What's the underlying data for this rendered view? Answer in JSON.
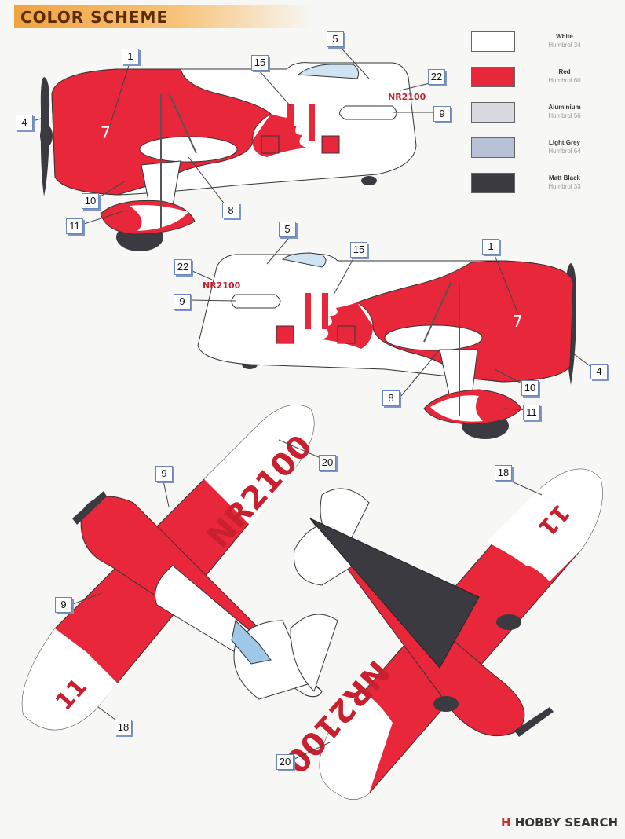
{
  "title": "COLOR SCHEME",
  "legend": [
    {
      "name": "White",
      "code": "Humbrol 34",
      "color": "#ffffff"
    },
    {
      "name": "Red",
      "code": "Humbrol 60",
      "color": "#e8283a"
    },
    {
      "name": "Aluminium",
      "code": "Humbrol 56",
      "color": "#d9d9e2"
    },
    {
      "name": "Light Grey",
      "code": "Humbrol 64",
      "color": "#b8c2d6"
    },
    {
      "name": "Matt Black",
      "code": "Humbrol 33",
      "color": "#3b3a40"
    }
  ],
  "markings": {
    "registration": "NR2100",
    "race_number": "11",
    "cowl_number": "7",
    "wing_registration": "NR2100"
  },
  "callouts": {
    "c1": "1",
    "c4": "4",
    "c5": "5",
    "c8": "8",
    "c9": "9",
    "c10": "10",
    "c11": "11",
    "c15": "15",
    "c18": "18",
    "c20": "20",
    "c22": "22"
  },
  "watermark": {
    "logo": "H",
    "text": "HOBBY SEARCH"
  }
}
